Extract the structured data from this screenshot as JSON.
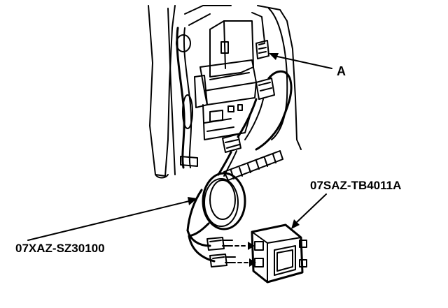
{
  "labels": {
    "component_a": "A",
    "part_tb": "07SAZ-TB4011A",
    "part_sz": "07XAZ-SZ30100"
  },
  "colors": {
    "ink": "#000000",
    "background": "#ffffff"
  },
  "icons": [
    "connector-icon",
    "pulse-box-icon",
    "harness-coil-icon"
  ]
}
